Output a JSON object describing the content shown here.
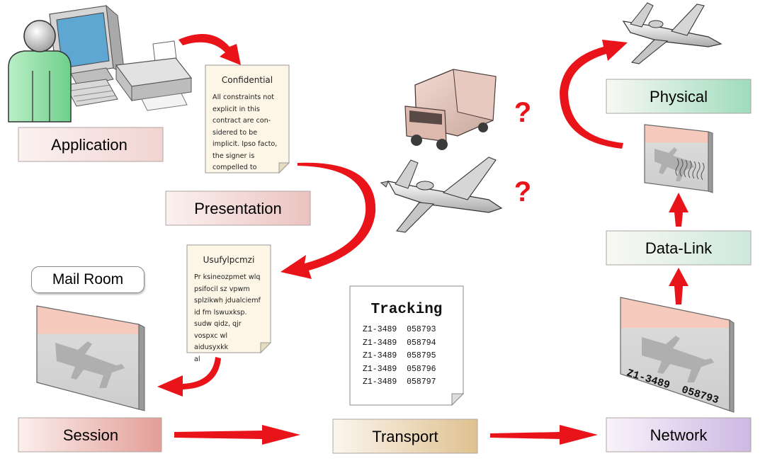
{
  "layers": {
    "application": "Application",
    "presentation": "Presentation",
    "session": "Session",
    "transport": "Transport",
    "network": "Network",
    "datalink": "Data-Link",
    "physical": "Physical"
  },
  "confidential_doc": {
    "title": "Confidential",
    "body": "All constraints not\nexplicit in this\ncontract are con-\nsidered to be\nimplicit. Ipso facto,\nthe signer is\ncompelled to"
  },
  "encrypted_doc": {
    "title": "Usufylpcmzi",
    "body": "Pr ksineozpmet wlq\npsifocil sz vpwm\nsplzikwh jdualciemf\nid fm lswuxksp.\nsudw qidz, qjr\nvospxc wl aidusyxkk\nal"
  },
  "mail_room": "Mail Room",
  "tracking": {
    "title": "Tracking",
    "rows": [
      "Z1-3489  058793",
      "Z1-3489  058794",
      "Z1-3489  058795",
      "Z1-3489  058796",
      "Z1-3489  058797"
    ]
  },
  "package_label": "Z1-3489  058793",
  "question_marks": [
    "?",
    "?"
  ],
  "colors": {
    "arrow": "#e8141a",
    "application": "#f1d2cf",
    "presentation": "#efc6c3",
    "session": "#e9a39c",
    "transport": "#e2c79b",
    "network": "#d2bfe4",
    "datalink": "#cfe9dd",
    "physical": "#a9dfc3"
  }
}
